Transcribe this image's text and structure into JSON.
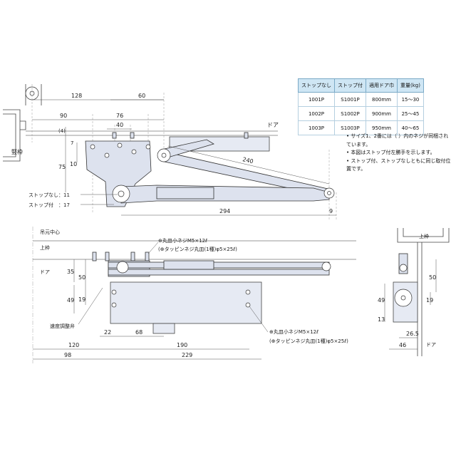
{
  "table": {
    "headers": [
      "ストップなし",
      "ストップ付",
      "適用ドア巾",
      "重量(kg)"
    ],
    "rows": [
      [
        "1001P",
        "S1001P",
        "800mm",
        "15〜30"
      ],
      [
        "1002P",
        "S1002P",
        "900mm",
        "25〜45"
      ],
      [
        "1003P",
        "S1003P",
        "950mm",
        "40〜65"
      ]
    ]
  },
  "notes": [
    "• サイズ1、2番には（ ）内のネジが同梱されています。",
    "• 本図はストップ付左勝手を示します。",
    "• ストップ付、ストップなしともに同じ取付位置です。"
  ],
  "top_view": {
    "labels": {
      "tatewaku": "竪枠",
      "door": "ドア",
      "stop_nashi": "ストップなし：11",
      "stop_tsuki": "ストップ付　：17"
    },
    "dims": {
      "d128": "128",
      "d60": "60",
      "d90": "90",
      "d76": "76",
      "d40": "40",
      "d4": "(4)",
      "d7": "7",
      "d75": "75",
      "d10": "10",
      "d240": "240",
      "d294": "294",
      "d9": "9"
    }
  },
  "front_view": {
    "labels": {
      "center": "吊元中心",
      "uwawaku": "上枠",
      "door": "ドア",
      "screw_top_1": "⊕丸皿小ネジM5×12ℓ",
      "screw_top_2": "(⊕タッピンネジ丸皿(1種)φ5×25ℓ)",
      "speed_valve": "速度調整弁",
      "screw_bot_1": "⊕丸皿小ネジM5×12ℓ",
      "screw_bot_2": "(⊕タッピンネジ丸皿(1種)φ5×25ℓ)"
    },
    "dims": {
      "d35": "35",
      "d50": "50",
      "d49": "49",
      "d19": "19",
      "d22": "22",
      "d68": "68",
      "d120": "120",
      "d190": "190",
      "d98": "98",
      "d229": "229"
    }
  },
  "side_view": {
    "labels": {
      "uwawaku": "上枠",
      "door": "ドア"
    },
    "dims": {
      "d50": "50",
      "d49": "49",
      "d19": "19",
      "d13": "13",
      "d26_5": "26.5",
      "d46": "46"
    }
  }
}
